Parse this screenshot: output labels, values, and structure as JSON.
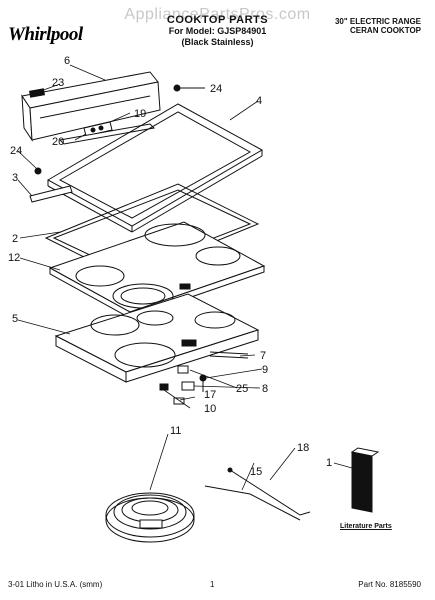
{
  "header": {
    "watermark": "AppliancePartsPros.com",
    "brand": "Whirlpool",
    "title": "COOKTOP PARTS",
    "model_line": "For Model: GJSP84901",
    "variant_line": "(Black Stainless)",
    "range_type": "30\" ELECTRIC RANGE",
    "cooktop_type": "CERAN COOKTOP"
  },
  "callouts": {
    "c1": "1",
    "c2": "2",
    "c3": "3",
    "c4": "4",
    "c5": "5",
    "c6": "6",
    "c7": "7",
    "c8": "8",
    "c9": "9",
    "c10": "10",
    "c11": "11",
    "c12": "12",
    "c15": "15",
    "c17": "17",
    "c18": "18",
    "c19": "19",
    "c20": "20",
    "c23": "23",
    "c24a": "24",
    "c24b": "24",
    "c25": "25"
  },
  "literature_label": "Literature Parts",
  "footer": {
    "left": "3-01 Litho in U.S.A. (smm)",
    "center": "1",
    "right": "Part No. 8185590"
  },
  "colors": {
    "line": "#111111",
    "watermark": "#c8c8c8"
  }
}
